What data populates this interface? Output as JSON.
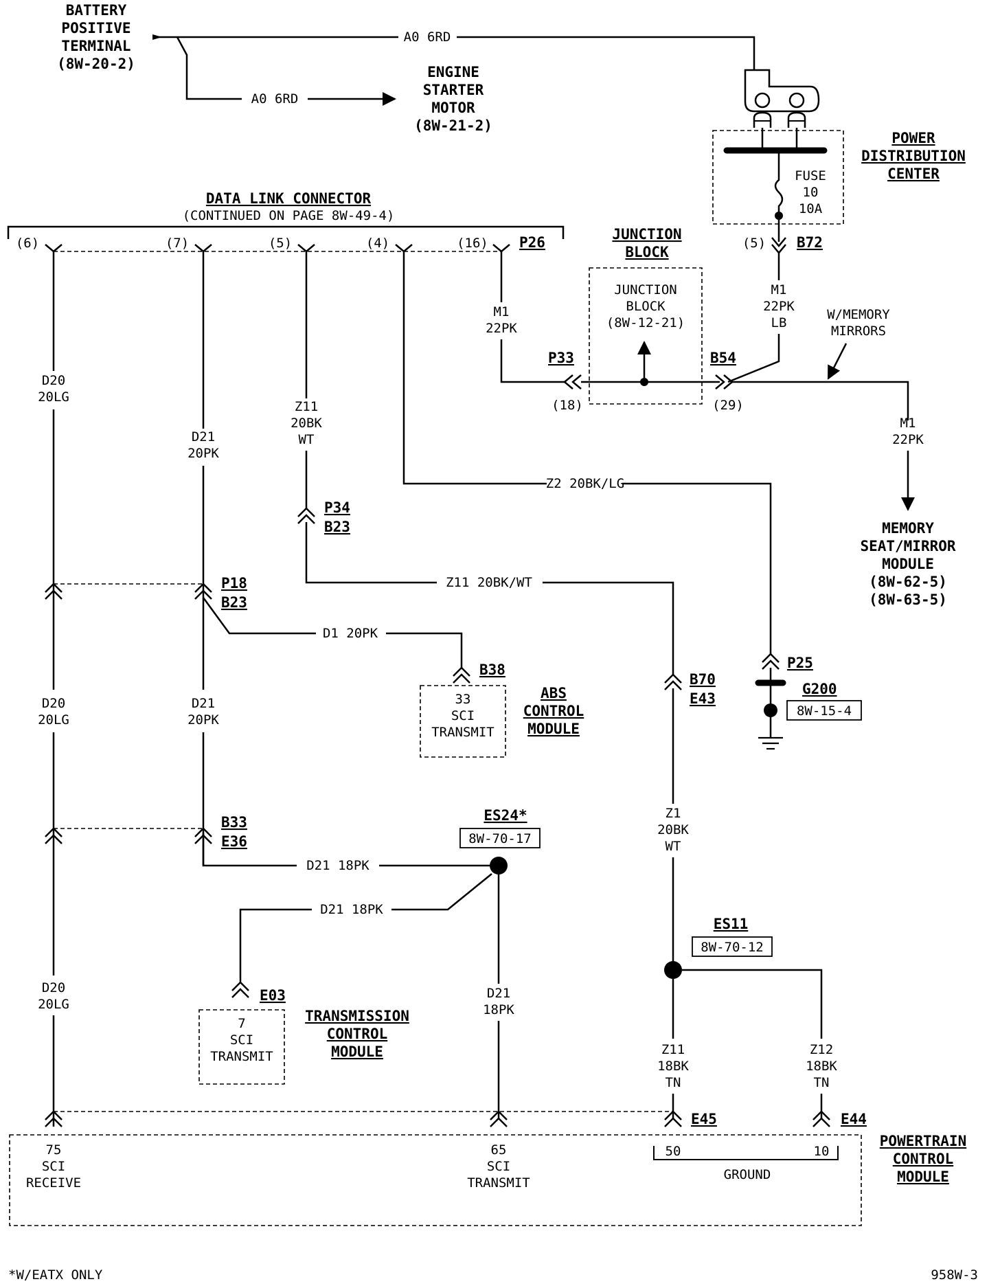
{
  "battery": {
    "l1": "BATTERY",
    "l2": "POSITIVE",
    "l3": "TERMINAL",
    "ref": "(8W-20-2)"
  },
  "starter": {
    "l1": "ENGINE",
    "l2": "STARTER",
    "l3": "MOTOR",
    "ref": "(8W-21-2)"
  },
  "wire_a0_top": "A0 6RD",
  "wire_a0_starter": "A0 6RD",
  "pdc": {
    "l1": "POWER",
    "l2": "DISTRIBUTION",
    "l3": "CENTER",
    "fuse_l1": "FUSE",
    "fuse_l2": "10",
    "fuse_l3": "10A"
  },
  "b72": {
    "pin": "(5)",
    "name": "B72"
  },
  "m1_lb": {
    "l1": "M1",
    "l2": "22PK",
    "l3": "LB"
  },
  "dlc": {
    "title": "DATA LINK CONNECTOR",
    "sub": "(CONTINUED ON PAGE 8W-49-4)",
    "pin6": "(6)",
    "pin7": "(7)",
    "pin5": "(5)",
    "pin4": "(4)",
    "pin16": "(16)",
    "name": "P26"
  },
  "junction_block": {
    "title1": "JUNCTION",
    "title2": "BLOCK",
    "l1": "JUNCTION",
    "l2": "BLOCK",
    "l3": "(8W-12-21)"
  },
  "p33": {
    "name": "P33",
    "pin": "(18)"
  },
  "b54": {
    "name": "B54",
    "pin": "(29)"
  },
  "m1_dlc": {
    "l1": "M1",
    "l2": "22PK"
  },
  "memory_note": {
    "l1": "W/MEMORY",
    "l2": "MIRRORS"
  },
  "m1_mem": {
    "l1": "M1",
    "l2": "22PK"
  },
  "memory_module": {
    "l1": "MEMORY",
    "l2": "SEAT/MIRROR",
    "l3": "MODULE",
    "r1": "(8W-62-5)",
    "r2": "(8W-63-5)"
  },
  "d20_a": {
    "l1": "D20",
    "l2": "20LG"
  },
  "d20_b": {
    "l1": "D20",
    "l2": "20LG"
  },
  "d20_c": {
    "l1": "D20",
    "l2": "20LG"
  },
  "d21_a": {
    "l1": "D21",
    "l2": "20PK"
  },
  "d21_b": {
    "l1": "D21",
    "l2": "20PK"
  },
  "z11_a": {
    "l1": "Z11",
    "l2": "20BK",
    "l3": "WT"
  },
  "z2": "Z2 20BK/LG",
  "p34": {
    "l1": "P34",
    "l2": "B23"
  },
  "z11_h": "Z11 20BK/WT",
  "p18": {
    "l1": "P18",
    "l2": "B23"
  },
  "d1": "D1 20PK",
  "b38": "B38",
  "abs": {
    "pin": "33",
    "l2": "SCI",
    "l3": "TRANSMIT",
    "t1": "ABS",
    "t2": "CONTROL",
    "t3": "MODULE"
  },
  "b70": {
    "l1": "B70",
    "l2": "E43"
  },
  "p25": "P25",
  "g200": {
    "name": "G200",
    "ref": "8W-15-4"
  },
  "z1": {
    "l1": "Z1",
    "l2": "20BK",
    "l3": "WT"
  },
  "b33": {
    "l1": "B33",
    "l2": "E36"
  },
  "es24": {
    "name": "ES24*",
    "ref": "8W-70-17"
  },
  "d21_18a": "D21 18PK",
  "d21_18b": "D21 18PK",
  "d21_18v": {
    "l1": "D21",
    "l2": "18PK"
  },
  "es11": {
    "name": "ES11",
    "ref": "8W-70-12"
  },
  "e03": "E03",
  "tcm": {
    "pin": "7",
    "l2": "SCI",
    "l3": "TRANSMIT",
    "t1": "TRANSMISSION",
    "t2": "CONTROL",
    "t3": "MODULE"
  },
  "z11_b": {
    "l1": "Z11",
    "l2": "18BK",
    "l3": "TN"
  },
  "z12": {
    "l1": "Z12",
    "l2": "18BK",
    "l3": "TN"
  },
  "e45": "E45",
  "e44": "E44",
  "pcm": {
    "p75": "75",
    "p75_l2": "SCI",
    "p75_l3": "RECEIVE",
    "p65": "65",
    "p65_l2": "SCI",
    "p65_l3": "TRANSMIT",
    "p50": "50",
    "p10": "10",
    "ground": "GROUND",
    "t1": "POWERTRAIN",
    "t2": "CONTROL",
    "t3": "MODULE"
  },
  "footnote": "*W/EATX ONLY",
  "page_id": "958W-3"
}
